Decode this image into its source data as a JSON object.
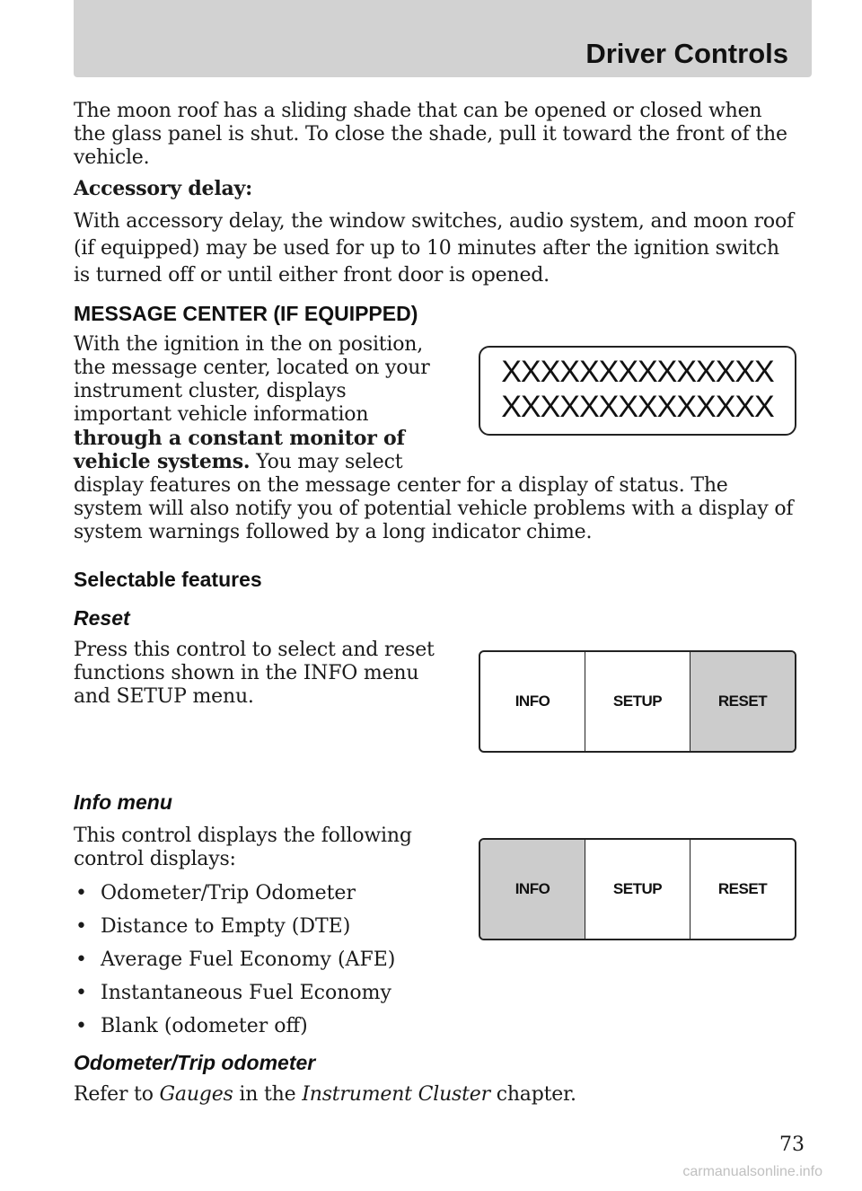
{
  "header": {
    "title": "Driver Controls"
  },
  "intro": {
    "line1": "The moon roof has a sliding shade that can be opened or closed when",
    "line2": "the glass panel is shut. To close the shade, pull it toward the front of the",
    "line3": "vehicle."
  },
  "accessory": {
    "heading": "Accessory delay:",
    "line1": "With accessory delay, the window switches, audio system, and moon roof",
    "line2": "(if equipped) may be used for up to 10 minutes after the ignition switch",
    "line3": "is turned off or until either front door is opened."
  },
  "message_center": {
    "heading": "MESSAGE CENTER (IF EQUIPPED)",
    "line1": "With the ignition in the on position,",
    "line2": "the message center, located on your",
    "line3": "instrument cluster, displays",
    "line4": "important vehicle information",
    "line5_bold": "through a constant monitor of",
    "line6_bold": "vehicle systems.",
    "line6_rest": " You may select",
    "line7": "display features on the message center for a display of status. The",
    "line8": "system will also notify you of potential vehicle problems with a display of",
    "line9": "system warnings followed by a long indicator chime.",
    "display_line1": "XXXXXXXXXXXXXX",
    "display_line2": "XXXXXXXXXXXXXX"
  },
  "selectable": {
    "heading": "Selectable features"
  },
  "reset": {
    "heading": "Reset",
    "line1": "Press this control to select and reset",
    "line2": "functions shown in the INFO menu",
    "line3": "and SETUP menu."
  },
  "buttons": {
    "info": "INFO",
    "setup": "SETUP",
    "reset": "RESET"
  },
  "info_menu": {
    "heading": "Info menu",
    "line1": "This control displays the following",
    "line2": "control displays:",
    "bullet": "•",
    "items": [
      "Odometer/Trip Odometer",
      "Distance to Empty (DTE)",
      "Average Fuel Economy (AFE)",
      "Instantaneous Fuel Economy",
      "Blank (odometer off)"
    ]
  },
  "odometer": {
    "heading": "Odometer/Trip odometer",
    "refer_prefix": "Refer to ",
    "refer_gauges": "Gauges",
    "refer_mid": " in the ",
    "refer_cluster": "Instrument Cluster",
    "refer_suffix": " chapter."
  },
  "footer": {
    "page_number": "73",
    "watermark": "carmanualsonline.info"
  },
  "colors": {
    "header_band": "#d2d2d2",
    "active_button": "#cccccc"
  }
}
